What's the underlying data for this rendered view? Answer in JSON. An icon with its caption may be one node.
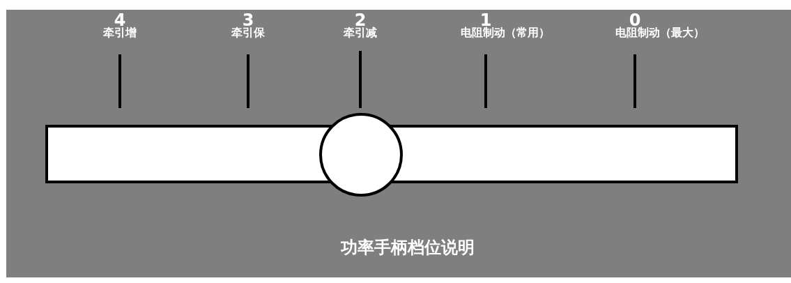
{
  "diagram": {
    "caption": "功率手柄档位说明",
    "nodes": [
      {
        "text": [],
        "shape": "bar"
      },
      {
        "text": [],
        "shape": "circle"
      }
    ],
    "labels": [
      "4",
      "牵引增",
      "3",
      "牵引保",
      "2",
      "牵引减",
      "1",
      "电阻制动（常用）",
      "0",
      "电阻制动（最大）"
    ]
  }
}
